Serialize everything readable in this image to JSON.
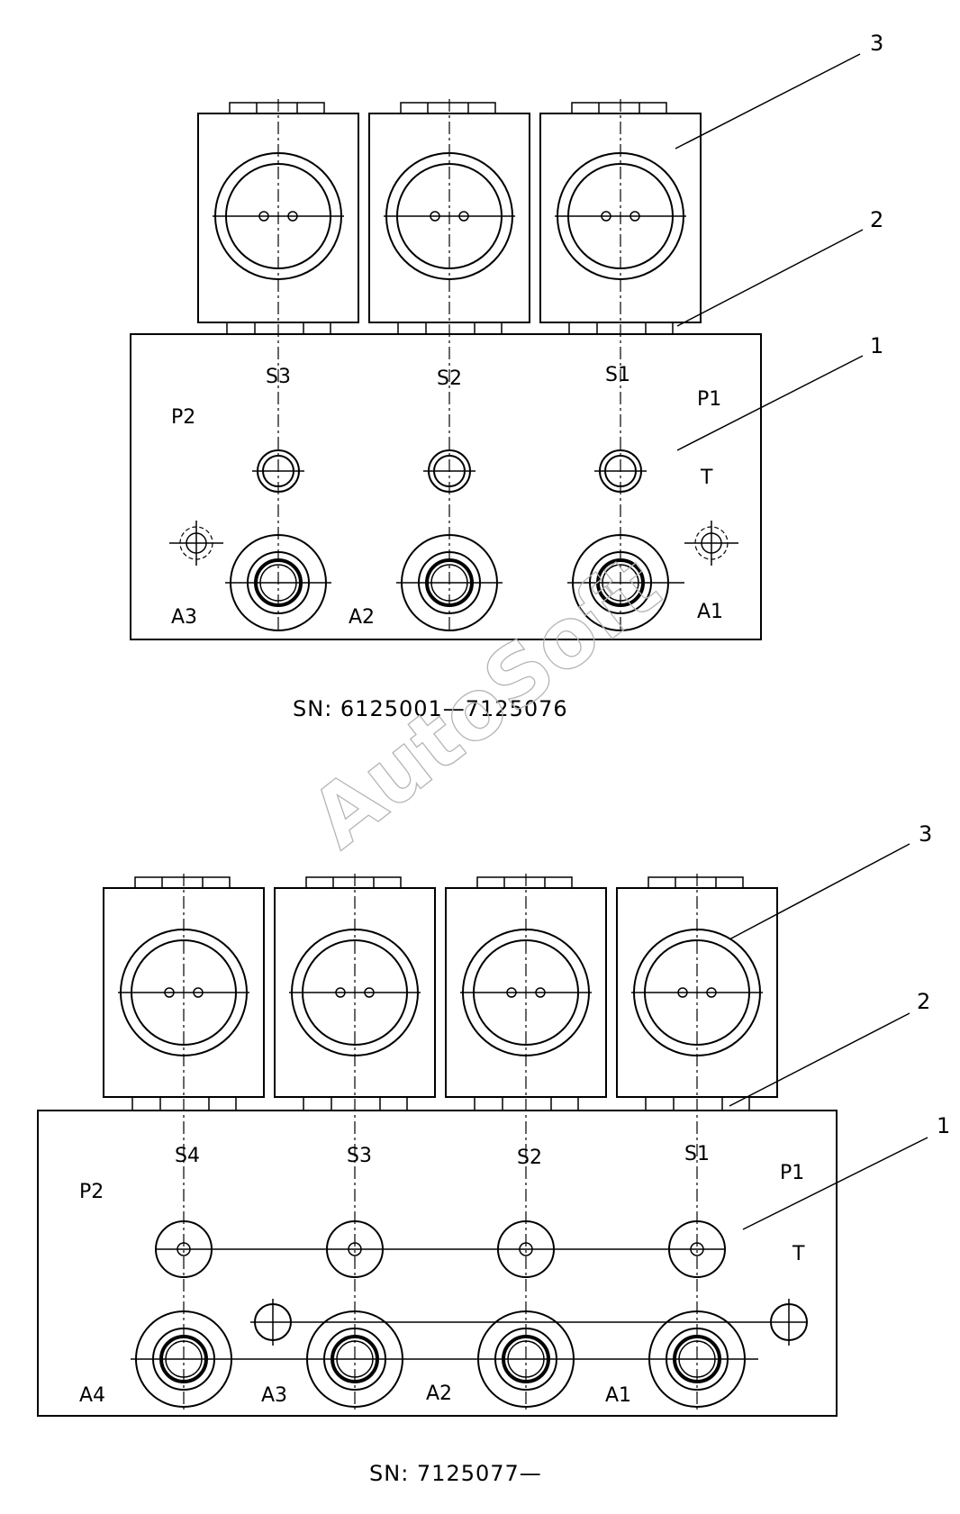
{
  "watermark": "AutoSoft",
  "top_assembly": {
    "serial_label": "SN:  6125001—7125076",
    "callouts": [
      "3",
      "2",
      "1"
    ],
    "solenoids": [
      "S3",
      "S2",
      "S1"
    ],
    "ports": {
      "p1": "P1",
      "p2": "P2",
      "t": "T"
    },
    "outlets": [
      "A3",
      "A2",
      "A1"
    ]
  },
  "bottom_assembly": {
    "serial_label": "SN:  7125077—",
    "callouts": [
      "3",
      "2",
      "1"
    ],
    "solenoids": [
      "S4",
      "S3",
      "S2",
      "S1"
    ],
    "ports": {
      "p1": "P1",
      "p2": "P2",
      "t": "T"
    },
    "outlets": [
      "A4",
      "A3",
      "A2",
      "A1"
    ]
  }
}
